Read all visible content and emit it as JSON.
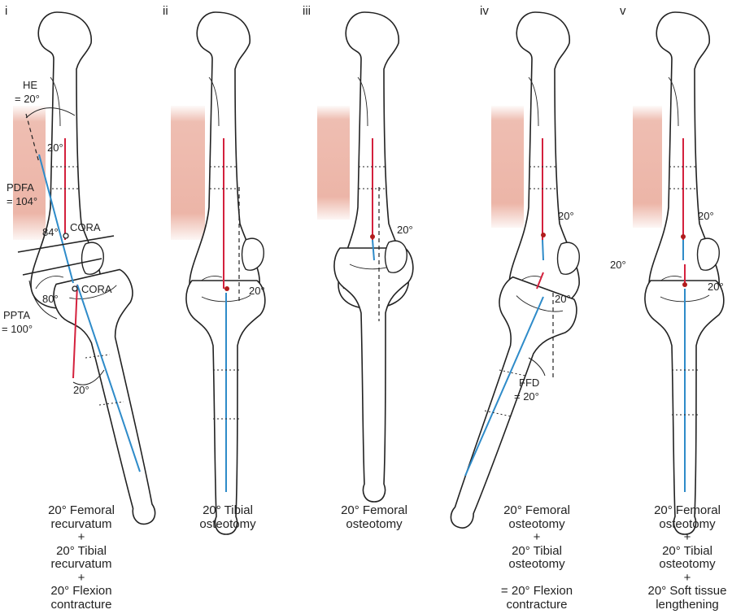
{
  "panels": [
    {
      "numeral": "i",
      "caption": "20° Femoral\nrecurvatum\n+\n20° Tibial\nrecurvatum\n+\n20° Flexion\ncontracture",
      "labels": {
        "he": "HE\n= 20°",
        "angle_upper": "20°",
        "pdfa": "PDFA\n= 104°",
        "angle_84": "84°",
        "cora_upper": "CORA",
        "cora_lower": "CORA",
        "angle_80": "80°",
        "ppta": "PPTA\n= 100°",
        "angle_lower": "20°"
      }
    },
    {
      "numeral": "ii",
      "caption": "20° Tibial\nosteotomy",
      "labels": {
        "angle": "20°"
      }
    },
    {
      "numeral": "iii",
      "caption": "20° Femoral\nosteotomy",
      "labels": {
        "angle": "20°"
      }
    },
    {
      "numeral": "iv",
      "caption": "20° Femoral\nosteotomy\n+\n20° Tibial\nosteotomy\n\n= 20° Flexion\ncontracture",
      "labels": {
        "angle_upper": "20°",
        "angle_lower": "20°",
        "ffd": "FFD\n= 20°"
      }
    },
    {
      "numeral": "v",
      "caption": "20° Femoral\nosteotomy\n+\n20° Tibial\nosteotomy\n+\n20° Soft tissue\nlengthening",
      "labels": {
        "angle_left": "20°",
        "angle_upper": "20°",
        "angle_lower": "20°"
      }
    }
  ],
  "colors": {
    "mechanical_axis_femur": "#d4213d",
    "mechanical_axis_tibia": "#2e8bc9",
    "soft_tissue": "#e9a898",
    "outline": "#222222"
  }
}
